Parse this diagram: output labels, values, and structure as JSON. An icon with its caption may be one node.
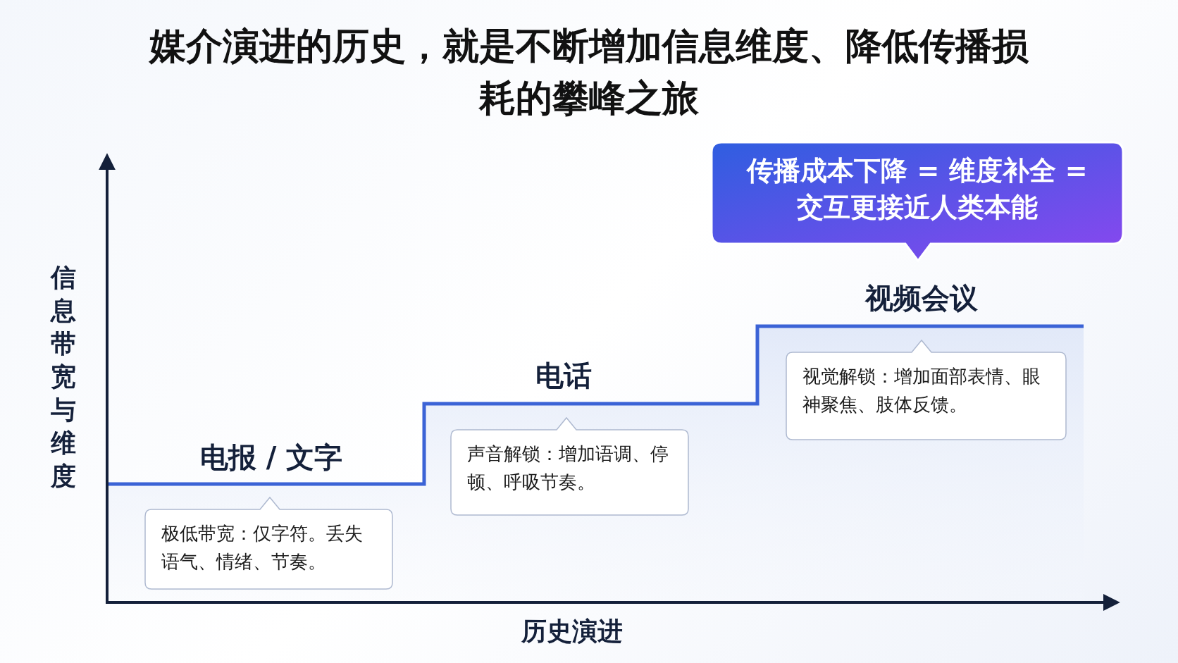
{
  "diagram": {
    "title": "媒介演进的历史，就是不断增加信息维度、降低传播损耗的攀峰之旅",
    "nodes": [
      {
        "text": [
          "电报 / 文字",
          "极低带宽：仅字符。丢失语气、情绪、节奏。"
        ]
      },
      {
        "text": [
          "电话",
          "声音解锁：增加语调、停顿、呼吸节奏。"
        ]
      },
      {
        "text": [
          "视频会议",
          "视觉解锁：增加面部表情、眼神聚焦、肢体反馈。"
        ]
      },
      {
        "text": [
          "传播成本下降 = 维度补全 = 交互更接近人类本能"
        ]
      }
    ],
    "labels": [
      "信息带宽与维度",
      "历史演进"
    ]
  }
}
